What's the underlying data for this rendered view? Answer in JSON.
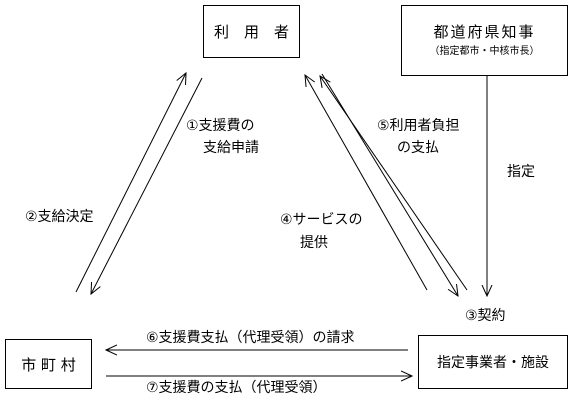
{
  "nodes": {
    "user": "利　用　者",
    "prefecture": "都道府県知事",
    "prefecture_sub": "（指定都市・中核市長）",
    "municipality": "市 町 村",
    "provider": "指定事業者・施設"
  },
  "edges": {
    "e1_line1": "①支援費の",
    "e1_line2": "支給申請",
    "e2": "②支給決定",
    "e3": "③契約",
    "e4_line1": "④サービスの",
    "e4_line2": "提供",
    "e5_line1": "⑤利用者負担",
    "e5_line2": "の支払",
    "designation": "指定",
    "e6": "⑥支援費支払（代理受領）の請求",
    "e7": "⑦支援費の支払（代理受領）"
  },
  "colors": {
    "line": "#000000",
    "background": "#ffffff"
  }
}
